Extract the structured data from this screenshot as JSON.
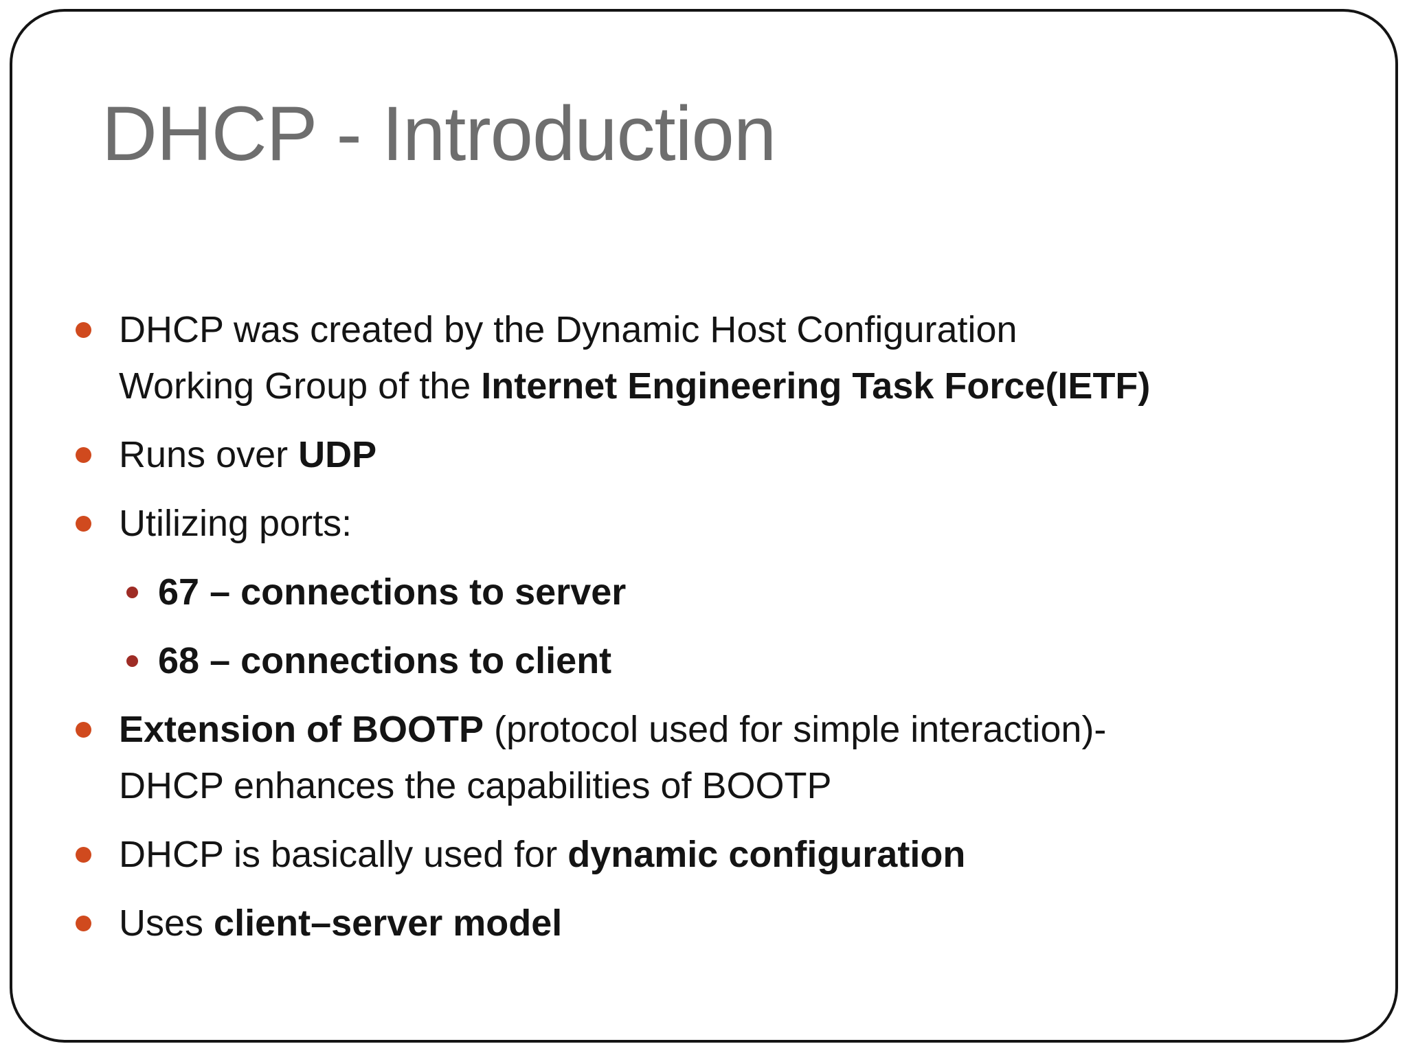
{
  "slide": {
    "title": "DHCP - Introduction",
    "colors": {
      "background": "#ffffff",
      "border": "#141414",
      "title": "#6e6e6e",
      "text": "#141414",
      "bullet_main": "#d04a1e",
      "bullet_sub": "#9e2c25"
    },
    "bullets": [
      {
        "level": 1,
        "segments": [
          {
            "t": "DHCP was created by the Dynamic Host Configuration"
          },
          {
            "br": true
          },
          {
            "t": "Working Group of the "
          },
          {
            "t": "Internet Engineering Task Force(IETF)",
            "b": true
          }
        ]
      },
      {
        "level": 1,
        "segments": [
          {
            "t": "Runs over "
          },
          {
            "t": "UDP",
            "b": true
          }
        ]
      },
      {
        "level": 1,
        "segments": [
          {
            "t": "Utilizing ports:"
          }
        ]
      },
      {
        "level": 2,
        "segments": [
          {
            "t": "67 – connections to server",
            "b": true
          }
        ]
      },
      {
        "level": 2,
        "segments": [
          {
            "t": "68 – connections to client",
            "b": true
          }
        ]
      },
      {
        "level": 1,
        "segments": [
          {
            "t": "Extension of BOOTP",
            "b": true
          },
          {
            "t": " (protocol used for simple interaction)-"
          },
          {
            "br": true
          },
          {
            "t": "DHCP enhances the capabilities of BOOTP"
          }
        ]
      },
      {
        "level": 1,
        "segments": [
          {
            "t": "DHCP is basically used for "
          },
          {
            "t": "dynamic configuration",
            "b": true
          }
        ]
      },
      {
        "level": 1,
        "segments": [
          {
            "t": "Uses "
          },
          {
            "t": "client–server model",
            "b": true
          }
        ]
      }
    ]
  }
}
